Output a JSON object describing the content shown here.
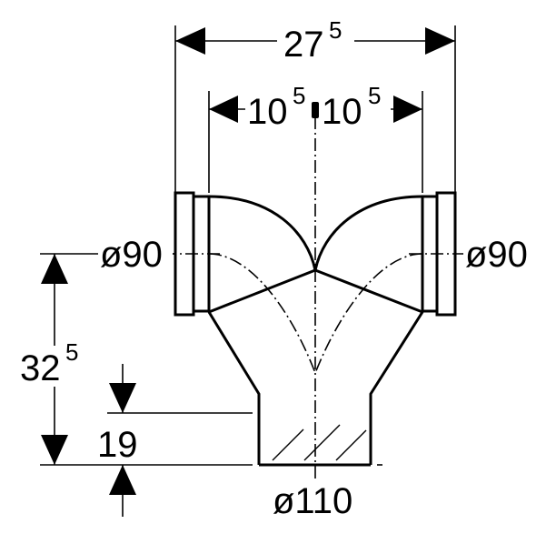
{
  "dimensions": {
    "overall_width": {
      "main": "27",
      "sup": "5"
    },
    "half_left": {
      "main": "10",
      "sup": "5"
    },
    "half_right": {
      "main": "10",
      "sup": "5"
    },
    "outlet_left_diameter": "ø90",
    "outlet_right_diameter": "ø90",
    "total_height": {
      "main": "32",
      "sup": "5"
    },
    "socket_height": "19",
    "inlet_diameter": "ø110"
  }
}
